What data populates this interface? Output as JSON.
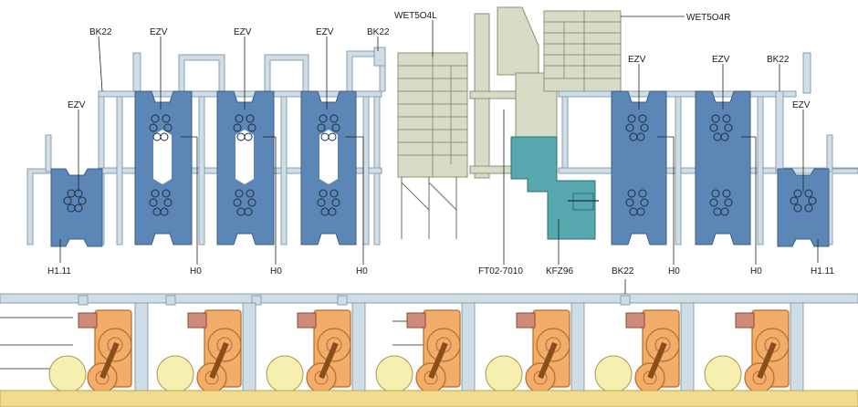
{
  "labels": {
    "bk22_1": "BK22",
    "ezv_1": "EZV",
    "ezv_2": "EZV",
    "ezv_3": "EZV",
    "bk22_2": "BK22",
    "wet504l": "WET5O4L",
    "wet504r": "WET5O4R",
    "ezv_left": "EZV",
    "ezv_4": "EZV",
    "ezv_5": "EZV",
    "bk22_3": "BK22",
    "ezv_right": "EZV",
    "h111_left": "H1.11",
    "h0_1": "H0",
    "h0_2": "H0",
    "h0_3": "H0",
    "ft02": "FT02-7010",
    "kfz96": "KFZ96",
    "bk22_bottom": "BK22",
    "h0_4": "H0",
    "h0_5": "H0",
    "h111_right": "H1.11"
  },
  "colors": {
    "unit_blue": "#5b86b5",
    "frame_pale": "#cfdde6",
    "tower_olive": "#d7dcc6",
    "duct_teal": "#56a7ae",
    "wheel_orange": "#f2ad6b",
    "motor_rose": "#cf8a78",
    "ball_yellow": "#f6f0b0",
    "floor_yellow": "#f0dc8c"
  }
}
